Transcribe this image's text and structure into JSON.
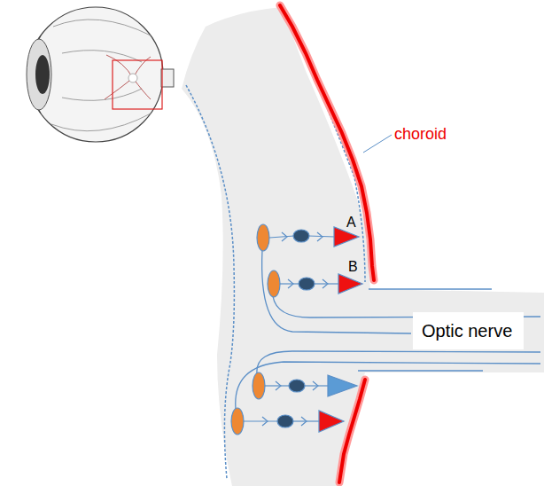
{
  "diagram": {
    "nodes": [
      {
        "text": [
          "Optic nerve"
        ]
      }
    ],
    "labels": [
      "choroid",
      "A",
      "B"
    ]
  }
}
